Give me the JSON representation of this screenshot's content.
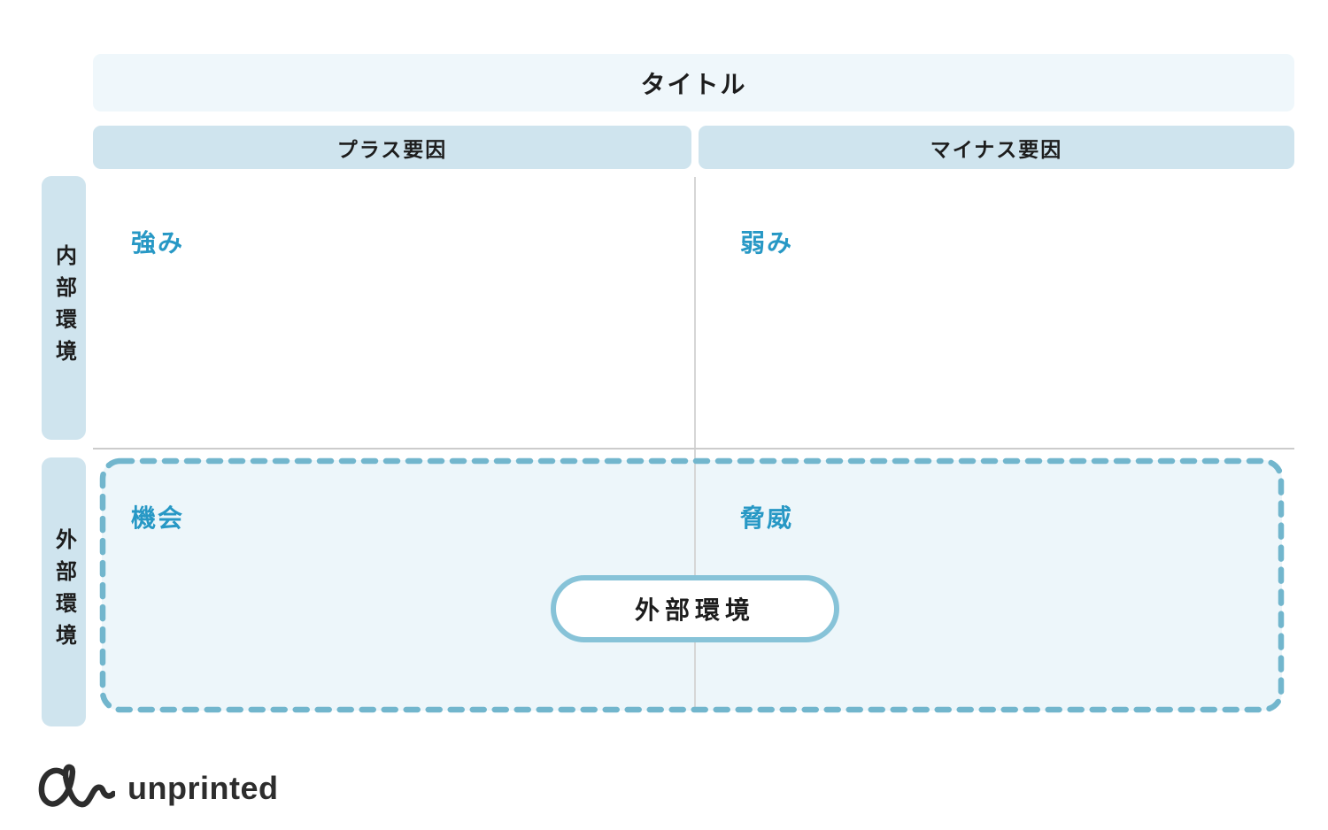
{
  "title_bar": {
    "label": "タイトル"
  },
  "headers": {
    "plus": "プラス要因",
    "minus": "マイナス要因"
  },
  "sidebars": {
    "internal": "内部環境",
    "external": "外部環境"
  },
  "quadrants": {
    "strengths": "強み",
    "weaknesses": "弱み",
    "opportunities": "機会",
    "threats": "脅威"
  },
  "pill": {
    "label": "外部環境"
  },
  "logo": {
    "text": "unprinted",
    "mark": "unprinted-squiggle-icon"
  },
  "colors": {
    "title_bg": "#eff7fb",
    "header_bg": "#cfe4ee",
    "accent_text": "#2798c5",
    "dashed_border": "#72b6cd",
    "pill_border": "#87c3d8",
    "region_fill": "#edf6fa",
    "divider": "#d6d6d6",
    "text_dark": "#1d1d1d",
    "logo_color": "#2d2d2d"
  }
}
